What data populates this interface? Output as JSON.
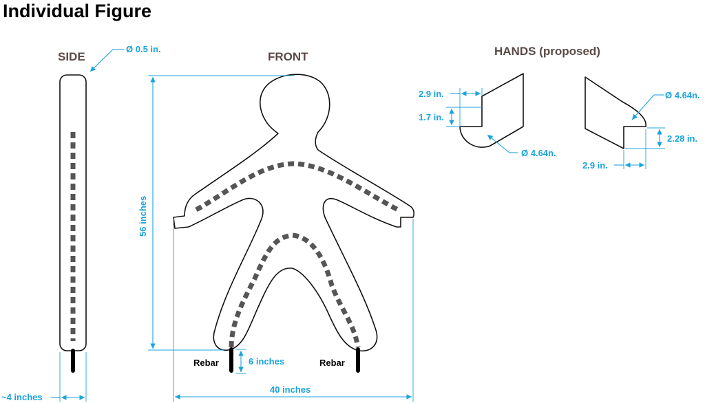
{
  "title": "Individual Figure",
  "views": {
    "side": "SIDE",
    "front": "FRONT",
    "hands": "HANDS (proposed)"
  },
  "dimensions": {
    "side_diameter": "Ø 0.5 in.",
    "side_width": "~4 inches",
    "front_height": "56 inches",
    "front_width": "40 inches",
    "rebar_length": "6 inches",
    "hand_left_width": "2.9 in.",
    "hand_left_height": "1.7 in.",
    "hand_left_diameter": "Ø 4.64n.",
    "hand_right_diameter": "Ø 4.64n.",
    "hand_right_height": "2.28 in.",
    "hand_right_width": "2.9 in."
  },
  "labels": {
    "rebar_left": "Rebar",
    "rebar_right": "Rebar"
  },
  "colors": {
    "heading": "#5a4a45",
    "dimension": "#1aa3dc",
    "outline": "#111111",
    "rebar_dash": "#555555"
  }
}
